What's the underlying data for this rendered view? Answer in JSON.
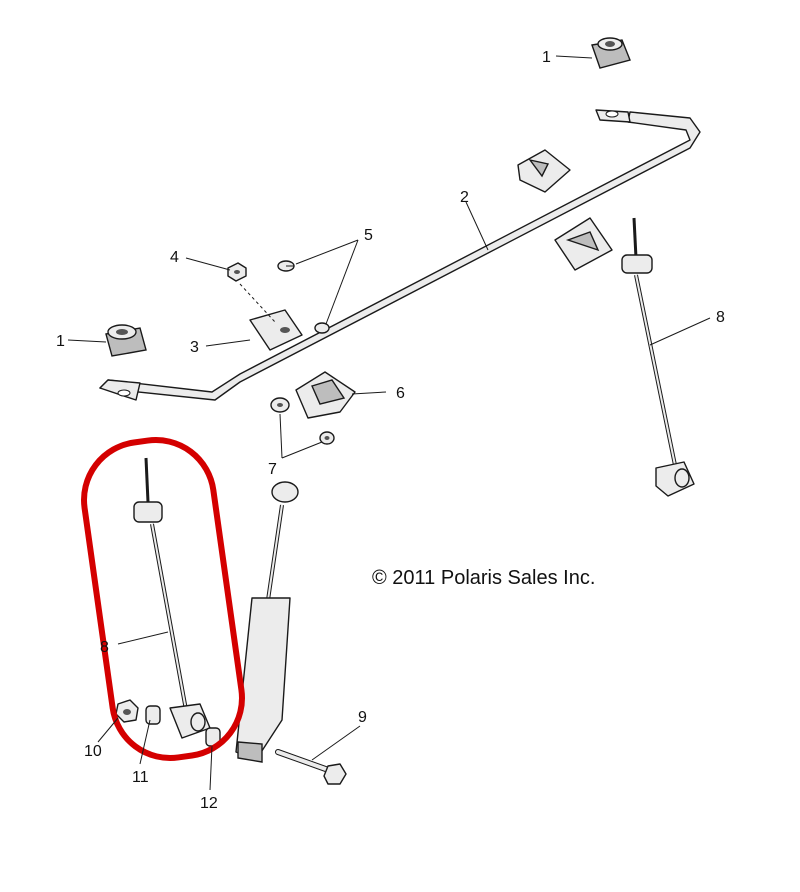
{
  "copyright": "© 2011 Polaris Sales Inc.",
  "callouts": {
    "bushing_top": "1",
    "bushing_left": "1",
    "stabilizer_bar": "2",
    "bracket": "3",
    "nut": "4",
    "screws": "5",
    "clamp": "6",
    "washers": "7",
    "link_right": "8",
    "link_left": "8",
    "bolt": "9",
    "nut_lower": "10",
    "spacer_left": "11",
    "spacer_right": "12"
  },
  "colors": {
    "highlight": "#d40000",
    "line": "#1a1a1a"
  }
}
